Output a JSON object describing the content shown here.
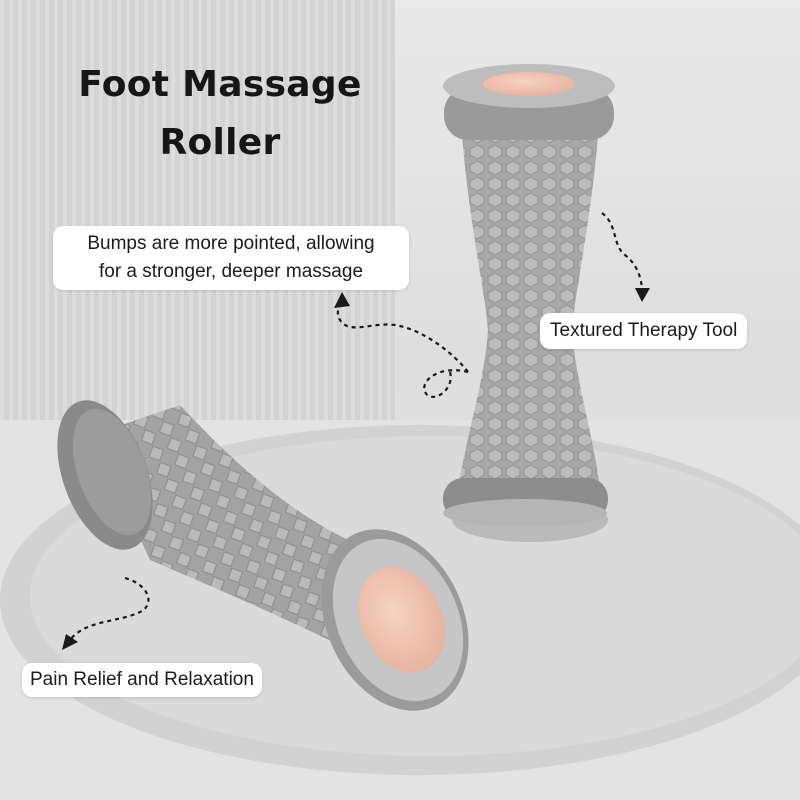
{
  "title": {
    "line1": "Foot Massage",
    "line2": "Roller"
  },
  "callouts": {
    "bumps": {
      "line1": "Bumps are more pointed, allowing",
      "line2": "for a stronger, deeper massage"
    },
    "textured": "Textured Therapy Tool",
    "pain": "Pain Relief and Relaxation"
  },
  "colors": {
    "roller_body": "#a9a9a9",
    "roller_end_cap": "#8e8e8e",
    "end_cap_pad": "#f1c7b3",
    "callout_background": "#ffffff",
    "title_text": "#161616",
    "platform": "#d3d3d3"
  },
  "icons": [
    "dashed-arrow-icon",
    "dashed-arrow-icon",
    "dashed-loop-arrow-icon"
  ]
}
